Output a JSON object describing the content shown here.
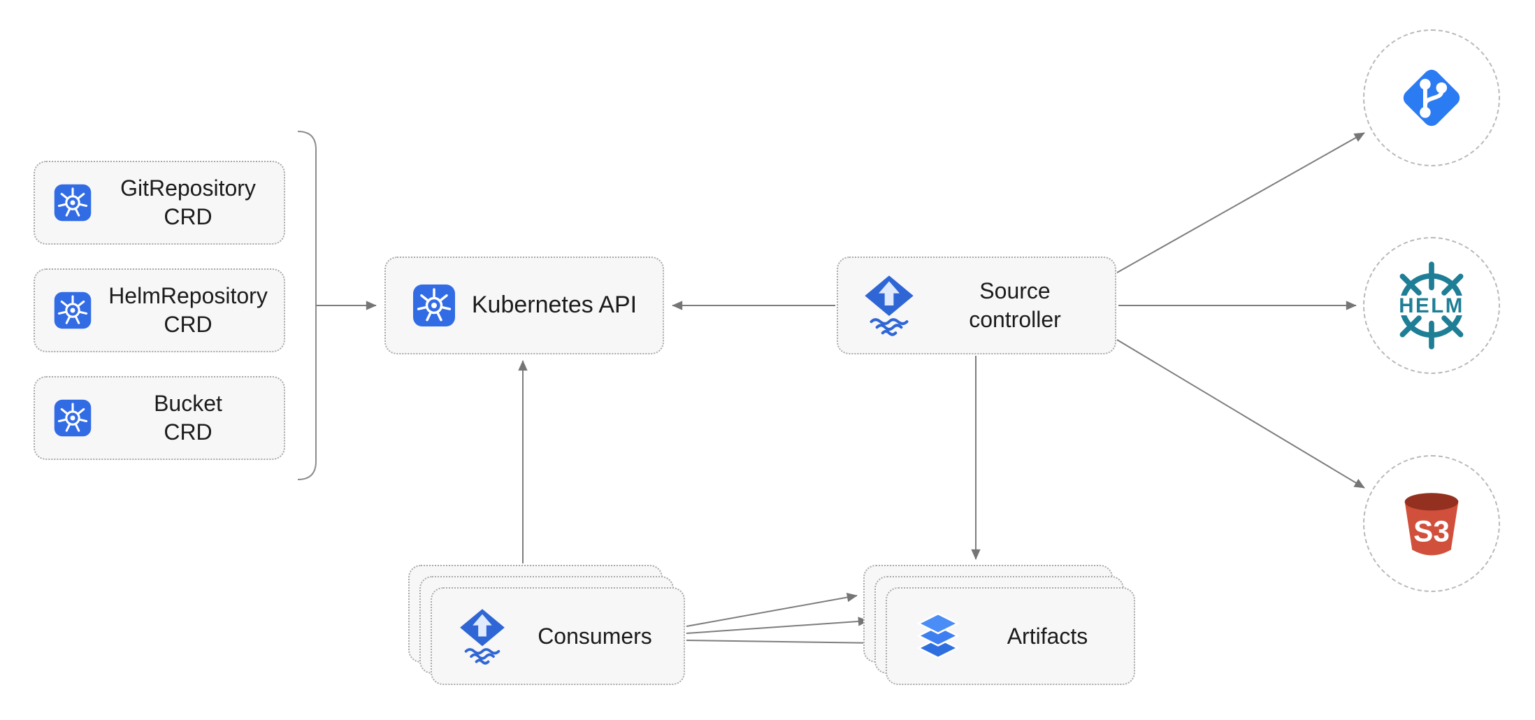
{
  "nodes": {
    "crds": [
      {
        "line1": "GitRepository",
        "line2": "CRD",
        "icon": "kubernetes-icon"
      },
      {
        "line1": "HelmRepository",
        "line2": "CRD",
        "icon": "kubernetes-icon"
      },
      {
        "line1": "Bucket",
        "line2": "CRD",
        "icon": "kubernetes-icon"
      }
    ],
    "kubernetes_api": {
      "label": "Kubernetes API",
      "icon": "kubernetes-icon"
    },
    "source_controller": {
      "line1": "Source",
      "line2": "controller",
      "icon": "flux-icon"
    },
    "consumers": {
      "label": "Consumers",
      "icon": "flux-icon",
      "stack_depth": 3
    },
    "artifacts": {
      "label": "Artifacts",
      "icon": "layers-icon",
      "stack_depth": 3
    }
  },
  "external_sources": {
    "git": {
      "name": "git",
      "icon": "git-icon"
    },
    "helm": {
      "name": "helm",
      "icon": "helm-icon",
      "label": "HELM"
    },
    "s3": {
      "name": "s3",
      "icon": "s3-bucket-icon",
      "label": "S3"
    }
  },
  "edges": [
    {
      "from": "crd-group",
      "to": "kubernetes-api"
    },
    {
      "from": "source-controller",
      "to": "kubernetes-api"
    },
    {
      "from": "source-controller",
      "to": "git"
    },
    {
      "from": "source-controller",
      "to": "helm"
    },
    {
      "from": "source-controller",
      "to": "s3"
    },
    {
      "from": "source-controller",
      "to": "artifacts"
    },
    {
      "from": "consumers",
      "to": "kubernetes-api"
    },
    {
      "from": "consumers",
      "to": "artifacts",
      "count": 3
    }
  ],
  "colors": {
    "kubernetes_blue": "#326ce5",
    "flux_blue": "#2f66d6",
    "layers_blue": "#3d7ef0",
    "git_blue": "#2b7bf3",
    "helm_teal": "#1e7e96",
    "s3_red": "#d1503c",
    "arrow_gray": "#757575",
    "node_fill": "#f7f7f7",
    "node_border": "#a9a9a9"
  }
}
